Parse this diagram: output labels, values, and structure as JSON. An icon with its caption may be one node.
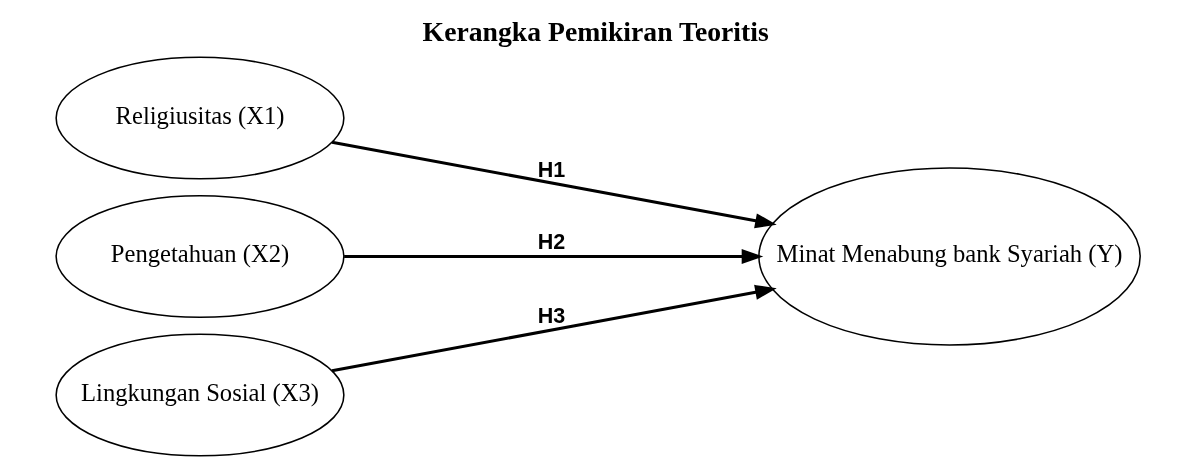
{
  "diagram": {
    "title": "Kerangka Pemikiran Teoritis",
    "nodes": [
      {
        "text": [
          "Religiusitas (X1)"
        ]
      },
      {
        "text": [
          "Pengetahuan (X2)"
        ]
      },
      {
        "text": [
          "Lingkungan Sosial (X3)"
        ]
      },
      {
        "text": [
          "Minat Menabung bank Syariah (Y)"
        ]
      }
    ],
    "edges": [
      {
        "from": 0,
        "to": 3,
        "arrow": "to",
        "label": "H1"
      },
      {
        "from": 1,
        "to": 3,
        "arrow": "to",
        "label": "H2"
      },
      {
        "from": 2,
        "to": 3,
        "arrow": "to",
        "label": "H3"
      }
    ]
  }
}
